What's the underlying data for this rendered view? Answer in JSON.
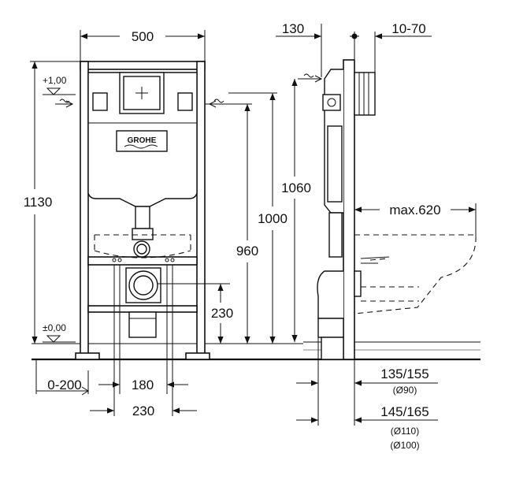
{
  "brand": {
    "logo_text": "GROHE"
  },
  "front_view": {
    "width_label": "500",
    "height_label": "1130",
    "level_top_label": "+1,00",
    "level_bottom_label": "±0,00",
    "height_960_label": "960",
    "height_1000_label": "1000",
    "outlet_height_label": "230",
    "offset_label": "0-200",
    "spacing_180_label": "180",
    "spacing_230_label": "230"
  },
  "side_view": {
    "depth_130_label": "130",
    "wall_gap_label": "10-70",
    "height_1060_label": "1060",
    "max_projection_label": "max.620",
    "depth_135_155_label": "135/155",
    "diameter_90_label": "(Ø90)",
    "depth_145_165_label": "145/165",
    "diameter_110_label": "(Ø110)",
    "diameter_100_label": "(Ø100)"
  }
}
